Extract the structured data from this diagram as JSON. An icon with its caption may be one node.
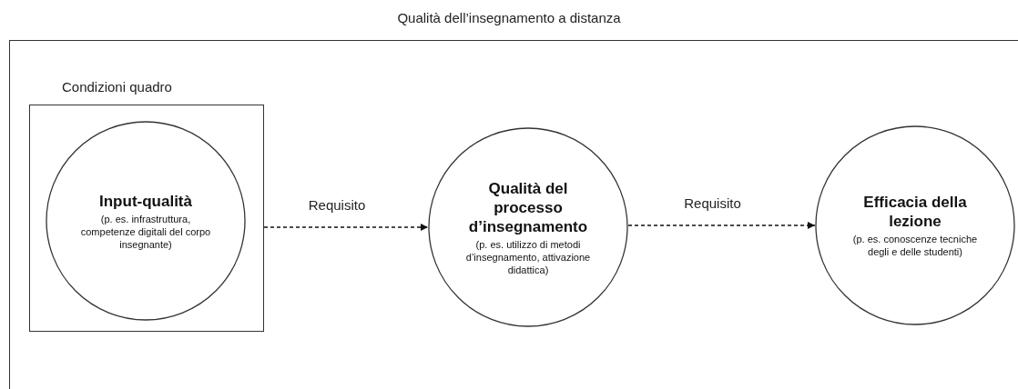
{
  "diagram": {
    "nodes": [
      {
        "text": [
          "Qualità dell’insegnamento a distanza"
        ]
      },
      {
        "text": [
          "Condizioni quadro"
        ],
        "in": 0
      },
      {
        "text": [
          "Input-qualità",
          "(p. es. infrastruttura, competenze digitali del corpo insegnante)"
        ],
        "in": 1
      },
      {
        "text": [
          "Qualità del processo d’insegnamento",
          "(p. es. utilizzo di metodi d’insegnamento, attivazione didattica)"
        ],
        "in": 0
      },
      {
        "text": [
          "Efficacia della lezione",
          "(p. es. conoscenze tecniche degli e delle studenti)"
        ],
        "in": 0
      }
    ],
    "edges": [
      {
        "from": 1,
        "to": 3,
        "arrow": "to",
        "label": "Requisito",
        "style": "dashed"
      },
      {
        "from": 3,
        "to": 4,
        "arrow": "to",
        "label": "Requisito",
        "style": "dashed"
      }
    ]
  }
}
